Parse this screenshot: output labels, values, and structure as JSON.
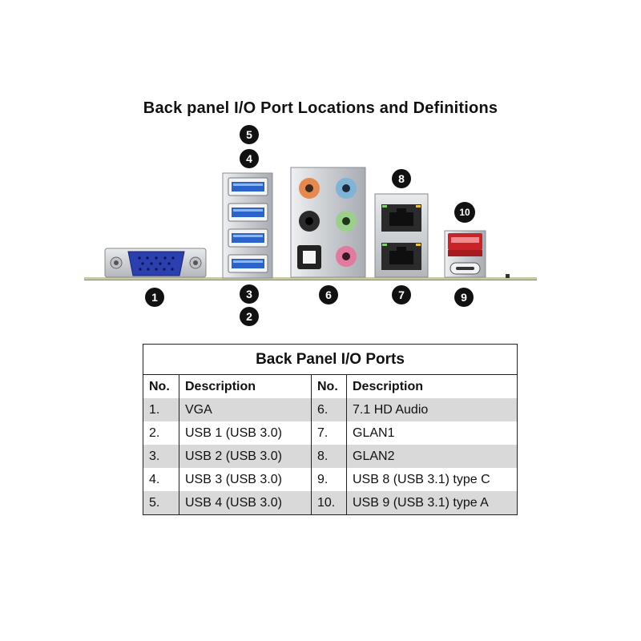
{
  "title": "Back panel I/O Port Locations and Definitions",
  "callouts": [
    "1",
    "2",
    "3",
    "4",
    "5",
    "6",
    "7",
    "8",
    "9",
    "10"
  ],
  "table": {
    "caption": "Back Panel I/O Ports",
    "headers": {
      "no_left": "No.",
      "desc_left": "Description",
      "no_right": "No.",
      "desc_right": "Description"
    },
    "rows": [
      {
        "no1": "1.",
        "d1": "VGA",
        "no2": "6.",
        "d2": "7.1 HD Audio"
      },
      {
        "no1": "2.",
        "d1": "USB 1 (USB 3.0)",
        "no2": "7.",
        "d2": "GLAN1"
      },
      {
        "no1": "3.",
        "d1": "USB 2 (USB 3.0)",
        "no2": "8.",
        "d2": "GLAN2"
      },
      {
        "no1": "4.",
        "d1": "USB 3 (USB 3.0)",
        "no2": "9.",
        "d2": "USB 8 (USB 3.1) type C"
      },
      {
        "no1": "5.",
        "d1": "USB 4 (USB 3.0)",
        "no2": "10.",
        "d2": "USB 9 (USB 3.1) type A"
      }
    ]
  },
  "colors": {
    "vga_blue": "#2b3fae",
    "usb_blue": "#2b64c8",
    "usb_red": "#d8282e",
    "audio_orange": "#e58a4c",
    "audio_blue": "#7fb3d8",
    "audio_green": "#9bd08c",
    "audio_pink": "#e27aa0",
    "board_green": "#c7c9a0",
    "metal": "#c9ccd0"
  }
}
